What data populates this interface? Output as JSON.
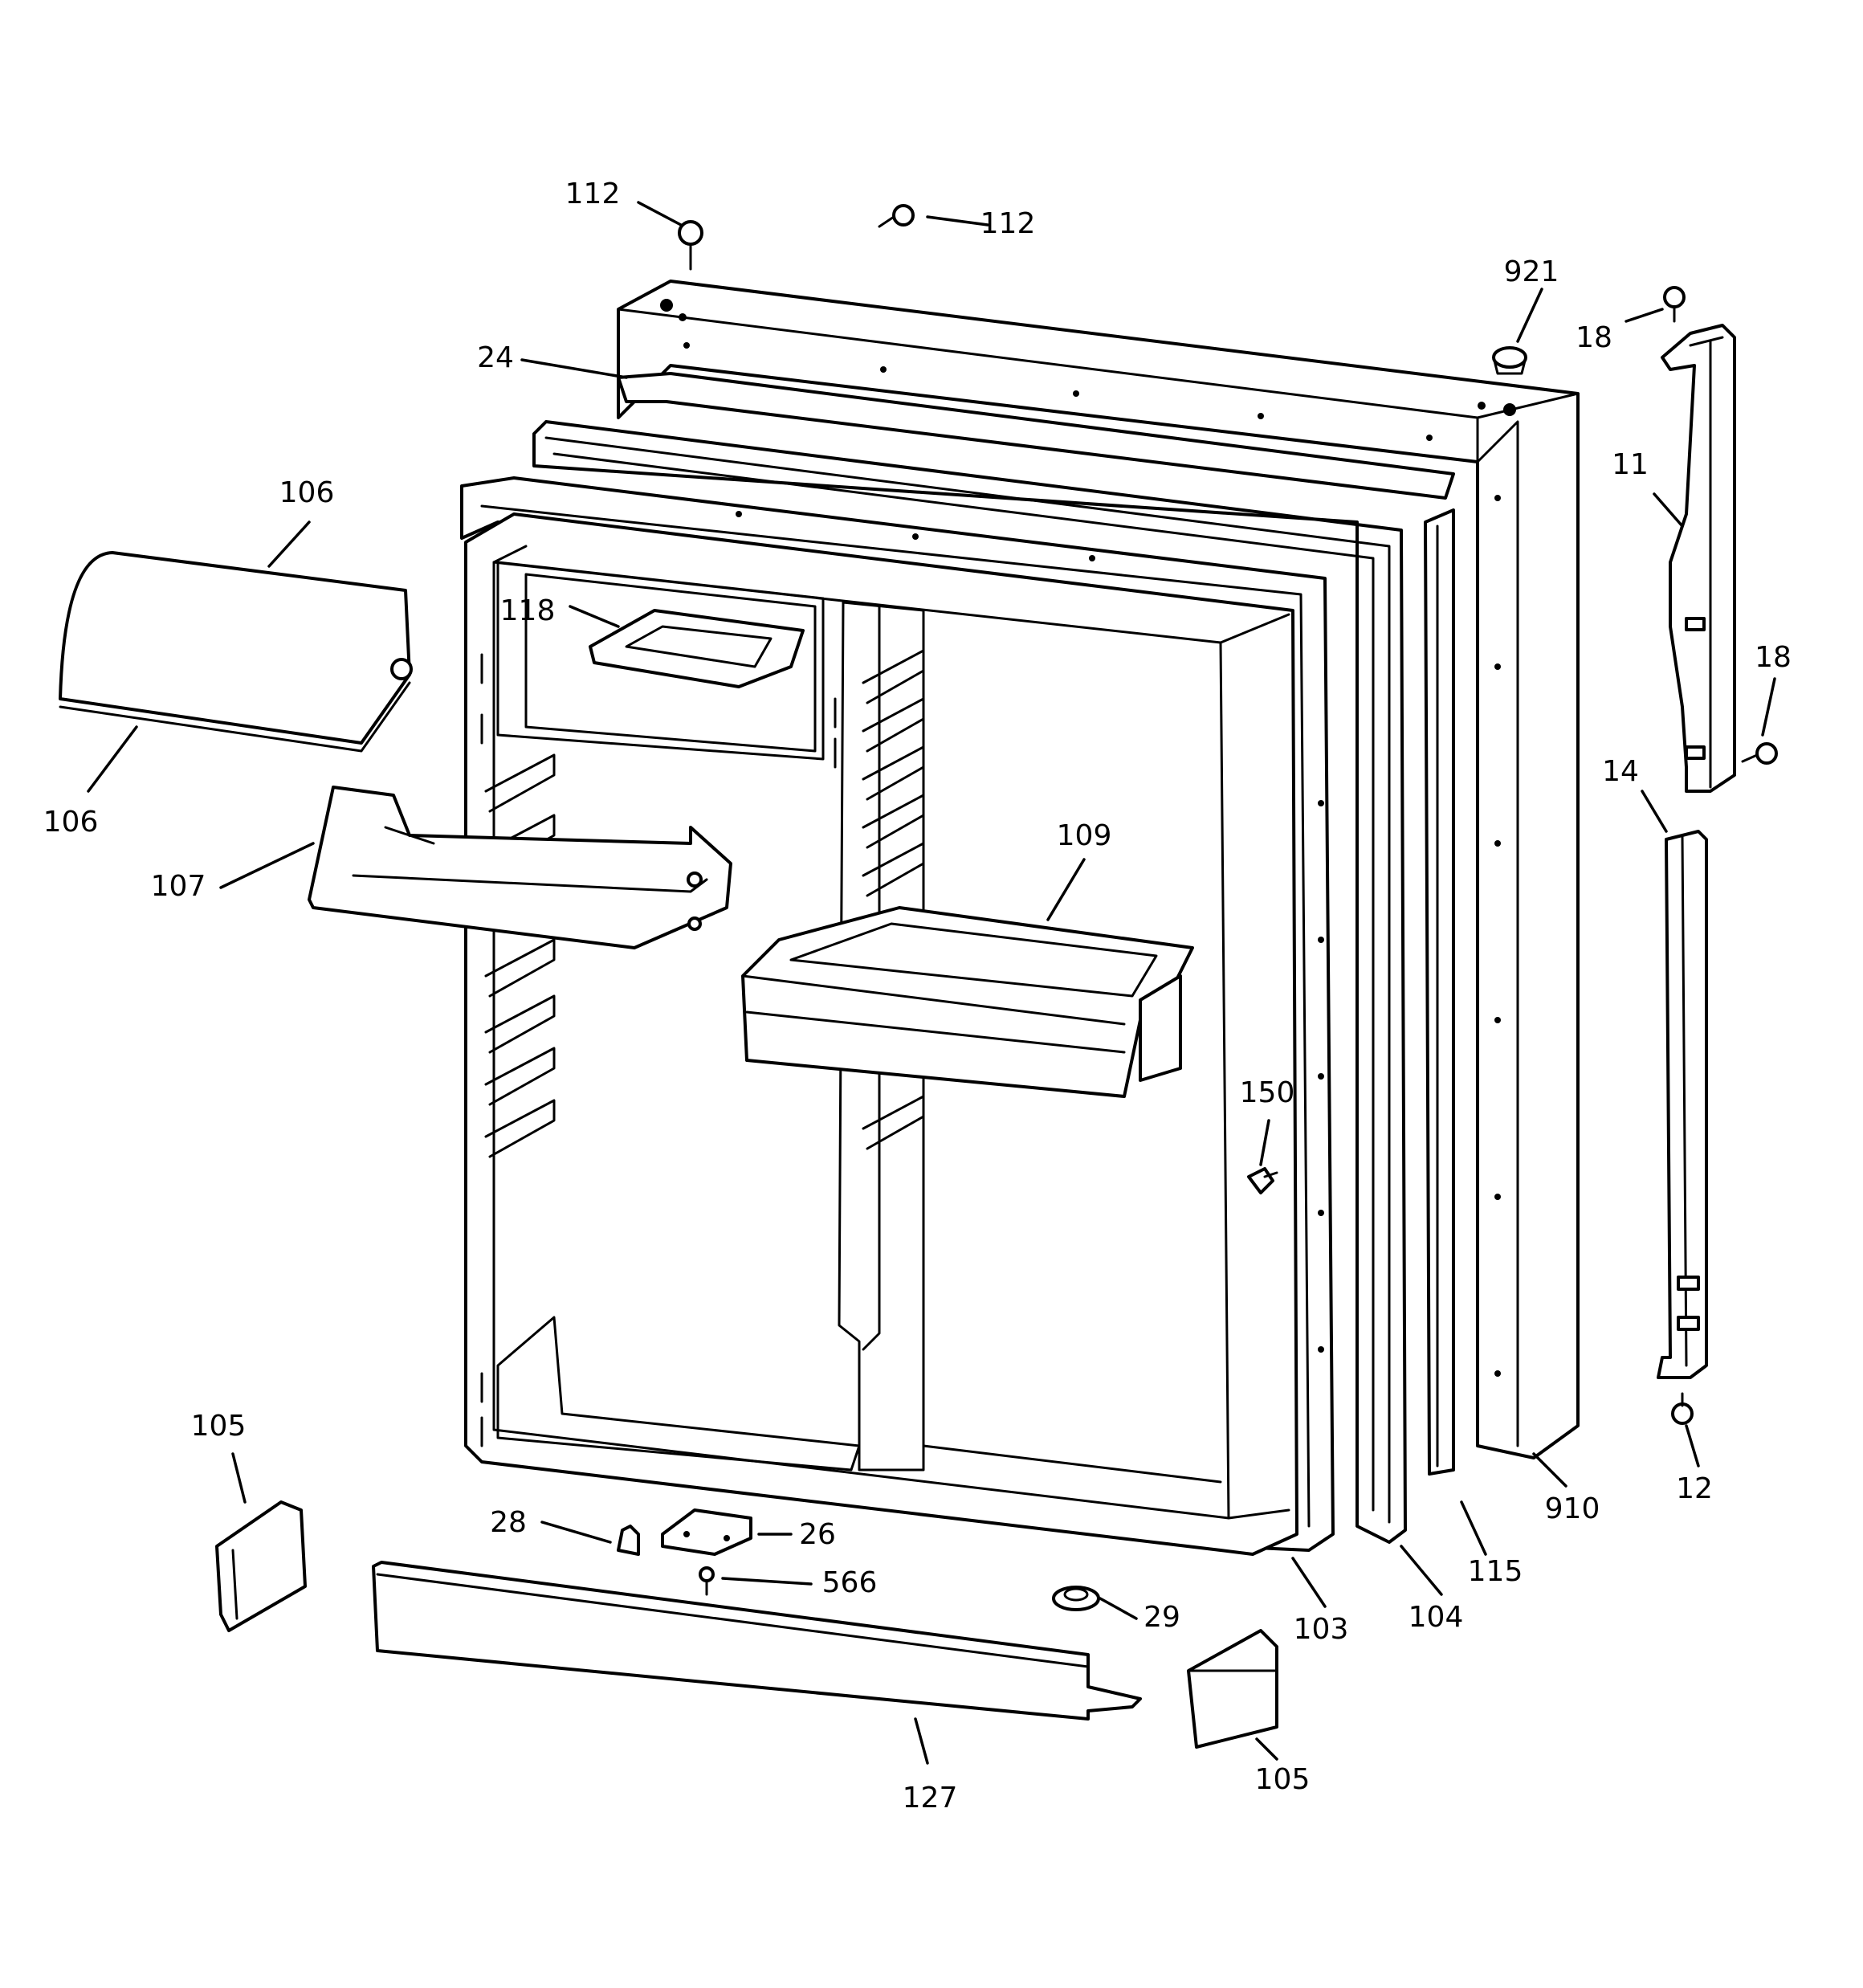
{
  "callouts": [
    {
      "id": "112a",
      "text": "112"
    },
    {
      "id": "112b",
      "text": "112"
    },
    {
      "id": "921",
      "text": "921"
    },
    {
      "id": "18a",
      "text": "18"
    },
    {
      "id": "24",
      "text": "24"
    },
    {
      "id": "11",
      "text": "11"
    },
    {
      "id": "106a",
      "text": "106"
    },
    {
      "id": "118",
      "text": "118"
    },
    {
      "id": "18b",
      "text": "18"
    },
    {
      "id": "106b",
      "text": "106"
    },
    {
      "id": "14",
      "text": "14"
    },
    {
      "id": "109",
      "text": "109"
    },
    {
      "id": "107",
      "text": "107"
    },
    {
      "id": "150",
      "text": "150"
    },
    {
      "id": "105a",
      "text": "105"
    },
    {
      "id": "12",
      "text": "12"
    },
    {
      "id": "910",
      "text": "910"
    },
    {
      "id": "28",
      "text": "28"
    },
    {
      "id": "26",
      "text": "26"
    },
    {
      "id": "115",
      "text": "115"
    },
    {
      "id": "566",
      "text": "566"
    },
    {
      "id": "29",
      "text": "29"
    },
    {
      "id": "103",
      "text": "103"
    },
    {
      "id": "104",
      "text": "104"
    },
    {
      "id": "105b",
      "text": "105"
    },
    {
      "id": "127",
      "text": "127"
    }
  ]
}
